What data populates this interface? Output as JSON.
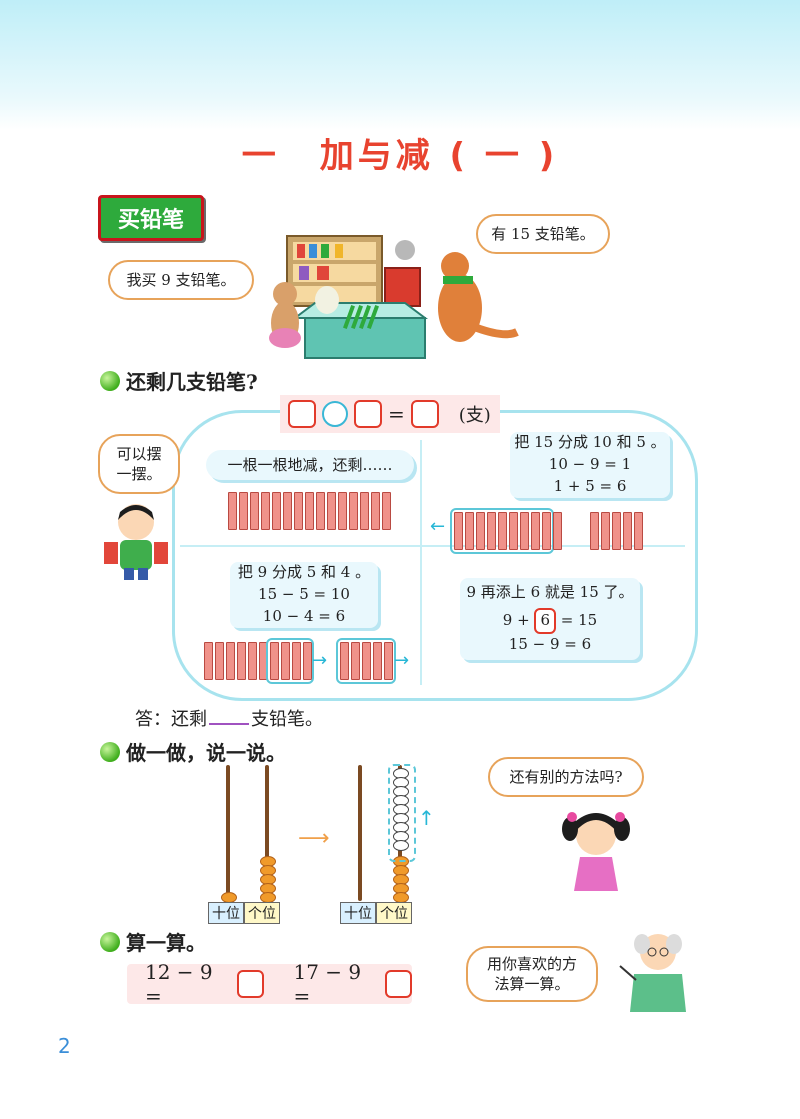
{
  "title": {
    "number": "一",
    "text": "加与减 ( 一 )"
  },
  "section": {
    "badge": "买铅笔"
  },
  "speech": {
    "kangaroo": "有 15 支铅笔。",
    "rabbit": "我买 9 支铅笔。",
    "boy_line1": "可以摆",
    "boy_line2": "一摆。",
    "girl": "还有别的方法吗?",
    "teacher_line1": "用你喜欢的方",
    "teacher_line2": "法算一算。"
  },
  "q1": {
    "label": "还剩几支铅笔?",
    "unit": "(支)",
    "equals": "="
  },
  "methods": {
    "m1": "一根一根地减，还剩……",
    "m2_line1": "把 15 分成 10 和 5 。",
    "m2_line2": "10 − 9 = 1",
    "m2_line3": "1 + 5 = 6",
    "m3_line1": "把 9 分成 5 和 4 。",
    "m3_line2": "15 − 5 = 10",
    "m3_line3": "10 − 4 = 6",
    "m4_line1": "9 再添上 6 就是 15 了。",
    "m4_eq_left": "9 +",
    "m4_eq_box": "6",
    "m4_eq_right": "= 15",
    "m4_line3": "15 − 9 = 6"
  },
  "answer": {
    "prefix": "答：还剩",
    "suffix": "支铅笔。"
  },
  "q2": {
    "label": "做一做，说一说。"
  },
  "abacus": {
    "tens": "十位",
    "ones": "个位"
  },
  "q3": {
    "label": "算一算。",
    "eq1": "12 − 9 =",
    "eq2": "17 − 9 ="
  },
  "page_number": "2"
}
